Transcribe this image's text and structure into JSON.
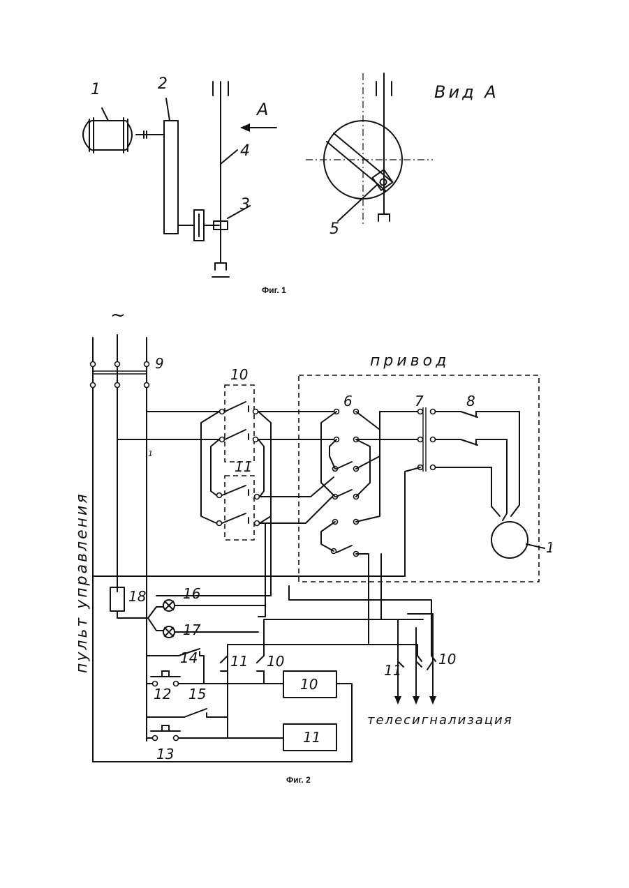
{
  "fig1": {
    "caption": "Фиг. 1",
    "view_title": "Вид А",
    "arrow_label": "А",
    "labels": [
      "1",
      "2",
      "3",
      "4",
      "5"
    ],
    "bearing_symbol": "][",
    "ground_symbol": "⫛"
  },
  "fig2": {
    "caption": "Фиг. 2",
    "supply_symbol": "~",
    "drive_label": "привод",
    "panel_label": "пульт управления",
    "telesignal_label": "телесигнализация",
    "labels": {
      "switch9": "9",
      "block10_top": "10",
      "block11": "11",
      "n6": "6",
      "n7": "7",
      "n8": "8",
      "motor": "1",
      "wire1": "1",
      "r18": "18",
      "l16": "16",
      "l17": "17",
      "k14": "14",
      "k12": "12",
      "k15": "15",
      "k13": "13",
      "c11": "11",
      "c10": "10",
      "relay10": "10",
      "relay11": "11",
      "tele11": "11",
      "tele10": "10"
    }
  }
}
